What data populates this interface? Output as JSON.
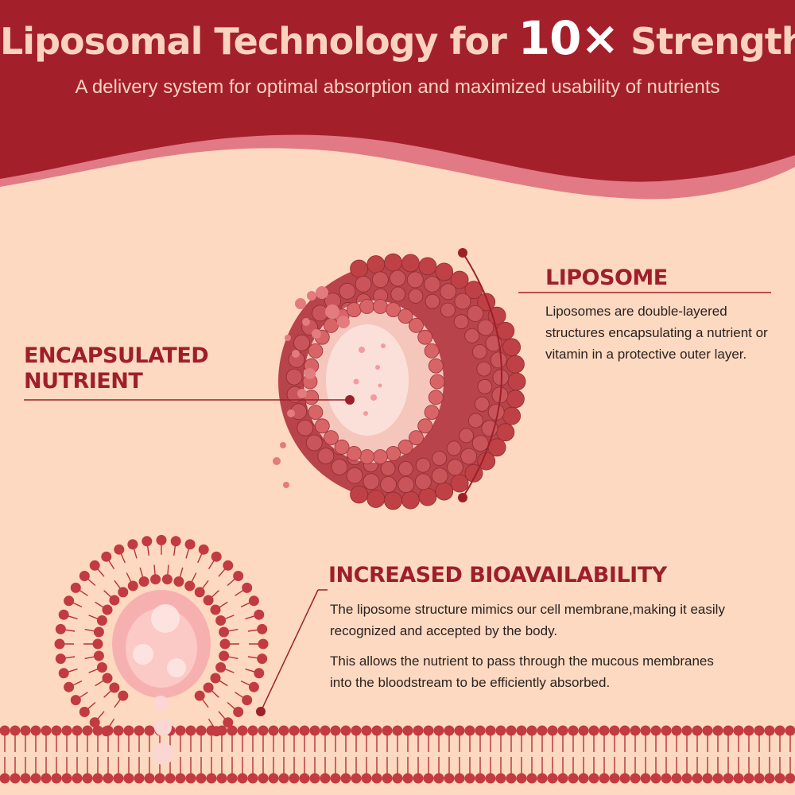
{
  "header": {
    "title_pre": "Liposomal Technology for ",
    "title_highlight": "10×",
    "title_post": " Strength",
    "subtitle": "A delivery system for optimal absorption and maximized usability of nutrients"
  },
  "liposome": {
    "heading": "LIPOSOME",
    "description": "Liposomes are double-layered structures encapsulating a nutrient or vitamin in a protective outer layer."
  },
  "encapsulated": {
    "heading_line1": "ENCAPSULATED",
    "heading_line2": "NUTRIENT"
  },
  "bioavailability": {
    "heading": "INCREASED BIOAVAILABILITY",
    "paragraph1": "The liposome structure mimics our cell membrane,making it easily recognized and accepted by the body.",
    "paragraph2": "This allows the nutrient to pass through the mucous membranes into the bloodstream to be efficiently absorbed."
  },
  "colors": {
    "header": "#a3202b",
    "header_wave": "#e17a84",
    "background": "#fcd9c0",
    "accent": "#9e1f2a",
    "sphere": "#c24b4e"
  }
}
